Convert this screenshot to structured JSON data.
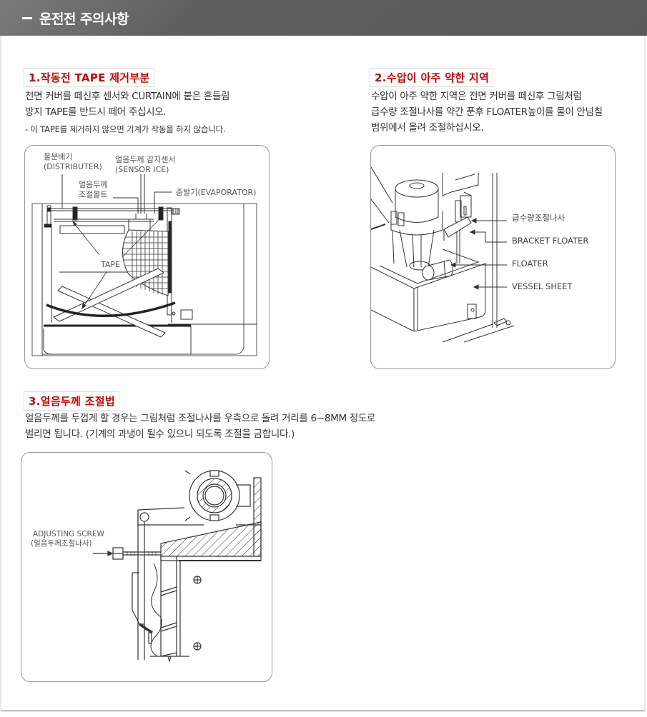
{
  "header": {
    "title": "운전전 주의사항"
  },
  "sections": [
    {
      "title": "1.작동전 TAPE 제거부분",
      "paragraph_lines": [
        "전면 커버를 떼신후 센서와 CURTAIN에 붙은 흔들림",
        "방지 TAPE를 반드시 떼어 주십시오."
      ],
      "note": "- 이  TAPE를 제거하지 않으면 기계가 작동을 하지 않습니다.",
      "figure": {
        "labels": {
          "distributer_ko": "물분배기",
          "distributer_en": "(DISTRIBUTER)",
          "sensor_ko": "얼음두께 감지센서",
          "sensor_en": "(SENSOR ICE)",
          "bolt_ko_1": "얼음두께",
          "bolt_ko_2": "조절볼트",
          "evaporator": "증발기(EVAPORATOR)",
          "tape": "TAPE"
        }
      }
    },
    {
      "title": "2.수압이 아주 약한 지역",
      "paragraph_lines": [
        "수압이 아주 약한 지역은 전면 커버를 떼신후 그림처럼",
        "급수량 조절나사를 약간 푼후 FLOATER높이를 물이 안넘칠",
        "범위에서 올려 조절하십시오."
      ],
      "figure": {
        "labels": {
          "supply_screw": "급수량조절나사",
          "bracket_floater": "BRACKET FLOATER",
          "floater": "FLOATER",
          "vessel_sheet": "VESSEL SHEET"
        }
      }
    },
    {
      "title": "3.얼음두께 조절법",
      "paragraph_lines": [
        "얼음두께를 두껍게 할 경우는 그림처럼 조절나사를 우측으로 돌려 거리를 6~8MM 정도로",
        "벌리면 됩니다. (기계의 과냉이 될수 있으니 되도록 조절을 금합니다.)"
      ],
      "figure": {
        "labels": {
          "adjusting_screw_en": "ADJUSTING SCREW",
          "adjusting_screw_ko": "(얼음두께조절나사)"
        }
      }
    }
  ],
  "colors": {
    "header_bg": "#5f5f5f",
    "section_title": "#d10000",
    "body_text": "#333333"
  }
}
